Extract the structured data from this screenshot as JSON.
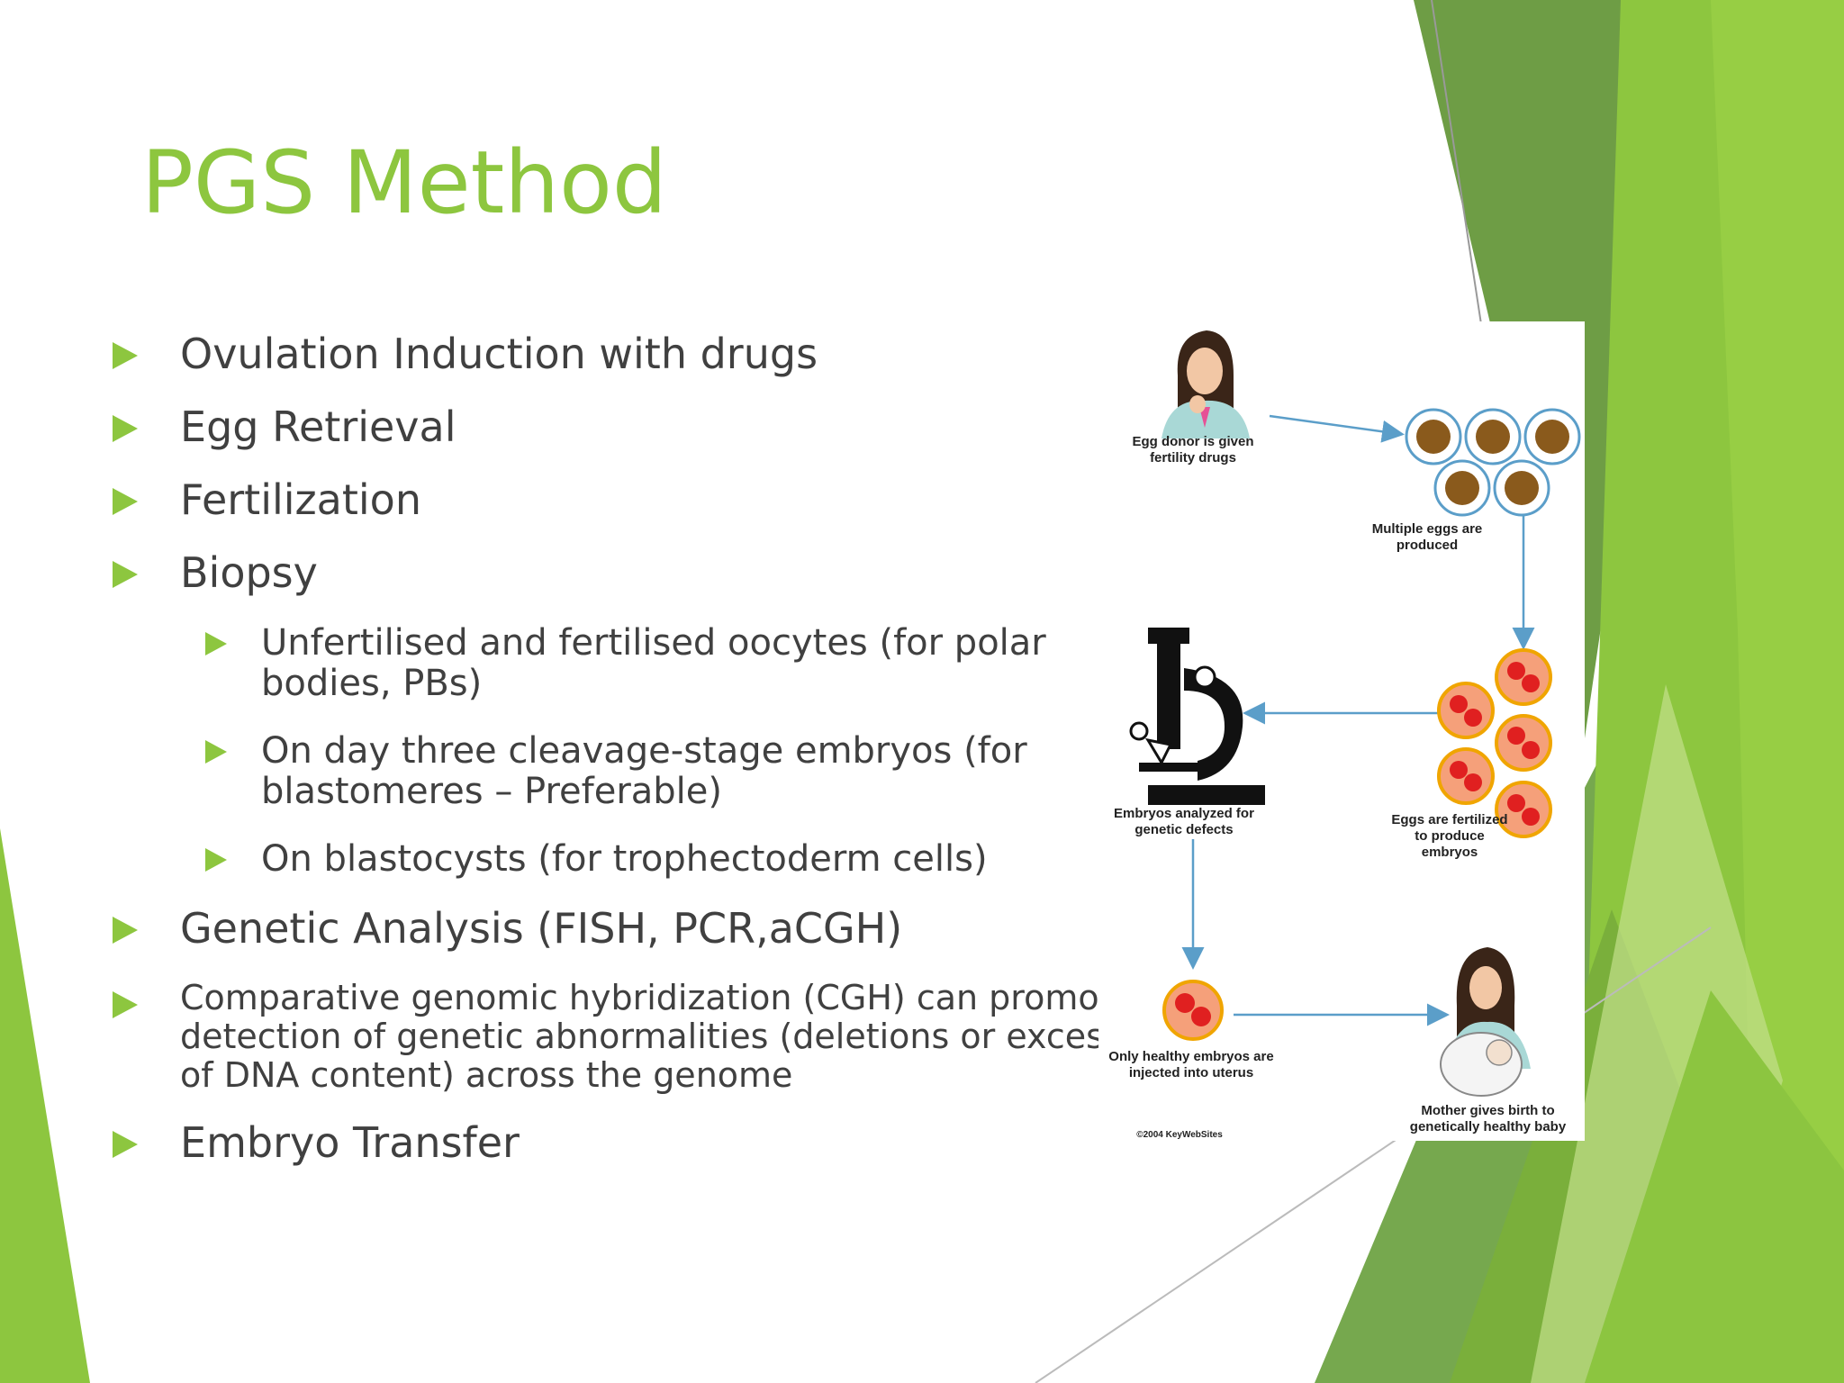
{
  "slide": {
    "title": "PGS Method",
    "accent_color": "#8dc63f",
    "bullets": [
      "Ovulation Induction with drugs",
      "Egg Retrieval",
      "Fertilization",
      "Biopsy",
      "Genetic Analysis (FISH, PCR,aCGH)",
      "Comparative genomic hybridization (CGH) can promote detection of genetic abnormalities (deletions or excess of DNA content) across the genome",
      "Embryo Transfer"
    ],
    "sub_bullets": [
      "Unfertilised and fertilised oocytes (for polar bodies, PBs)",
      "On day three cleavage-stage embryos (for blastomeres – Preferable)",
      "On blastocysts (for trophectoderm cells)"
    ]
  },
  "diagram": {
    "labels": {
      "donor": "Egg donor is given fertility drugs",
      "eggs": "Multiple eggs are produced",
      "analyzed": "Embryos analyzed for genetic defects",
      "fertilized": "Eggs are fertilized to produce embryos",
      "injected": "Only healthy embryos are injected into uterus",
      "birth": "Mother gives birth to genetically healthy baby",
      "credit": "©2004 KeyWebSites"
    },
    "icons": [
      "woman-icon",
      "egg-cluster-icon",
      "microscope-icon",
      "embryo-cluster-icon",
      "embryo-icon",
      "mother-baby-icon"
    ]
  }
}
